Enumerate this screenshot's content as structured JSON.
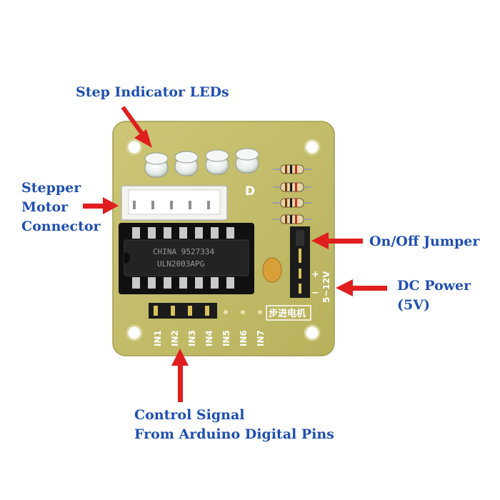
{
  "callouts": {
    "leds": "Step Indicator LEDs",
    "connector": [
      "Stepper",
      "Motor",
      "Connector"
    ],
    "jumper": "On/Off Jumper",
    "power": [
      "DC Power",
      "(5V)"
    ],
    "control": [
      "Control Signal",
      "From Arduino Digital Pins"
    ]
  },
  "board": {
    "led_letter": "D",
    "plus": "+",
    "minus": "−",
    "voltage": "5~12V",
    "chinese_label": "步进电机",
    "chip_line1": "CHINA 9527334",
    "chip_line2": "ULN2003APG",
    "pin_labels": [
      "IN1",
      "IN2",
      "IN3",
      "IN4",
      "IN5",
      "IN6",
      "IN7"
    ]
  },
  "colors": {
    "label_text": "#1f4fb0",
    "arrow": "#e01e1e",
    "pcb": "#c4bd6a",
    "chip": "#1c1c1c"
  }
}
